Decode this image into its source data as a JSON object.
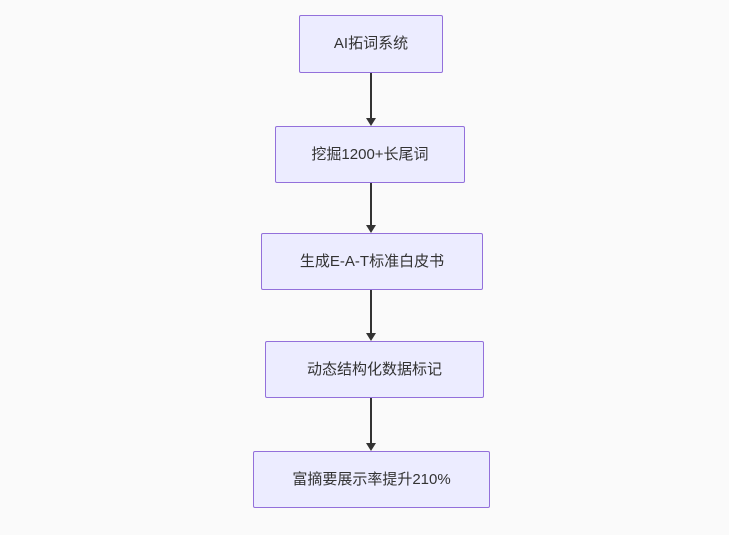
{
  "diagram": {
    "type": "flowchart",
    "direction": "top-down",
    "nodes": [
      {
        "id": "A",
        "label": "AI拓词系统"
      },
      {
        "id": "B",
        "label": "挖掘1200+长尾词"
      },
      {
        "id": "C",
        "label": "生成E-A-T标准白皮书"
      },
      {
        "id": "D",
        "label": "动态结构化数据标记"
      },
      {
        "id": "E",
        "label": "富摘要展示率提升210%"
      }
    ],
    "edges": [
      {
        "from": "A",
        "to": "B"
      },
      {
        "from": "B",
        "to": "C"
      },
      {
        "from": "C",
        "to": "D"
      },
      {
        "from": "D",
        "to": "E"
      }
    ],
    "colors": {
      "background": "#fafafa",
      "node_fill": "#ececff",
      "node_border": "#9370db",
      "arrow": "#333333",
      "text": "#333333"
    }
  }
}
